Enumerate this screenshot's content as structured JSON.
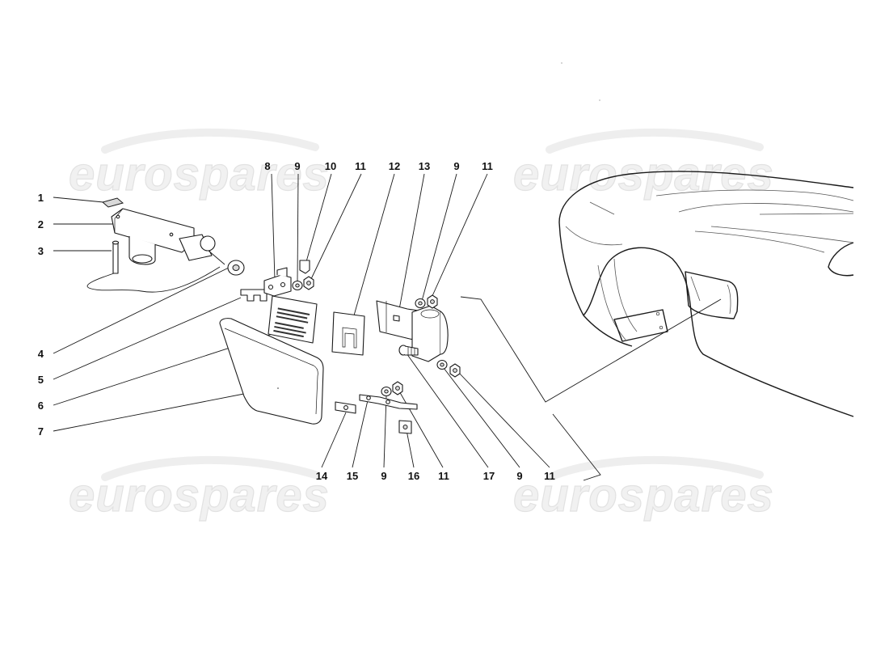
{
  "watermark": {
    "text": "eurospares"
  },
  "callouts": [
    "1",
    "2",
    "3",
    "4",
    "5",
    "6",
    "7",
    "8",
    "9",
    "10",
    "11",
    "12",
    "13",
    "9",
    "11",
    "14",
    "15",
    "9",
    "16",
    "11",
    "17",
    "9",
    "11"
  ],
  "colors": {
    "line": "#1a1a1a",
    "watermark_fill": "#f1f1f1",
    "background": "#ffffff"
  }
}
